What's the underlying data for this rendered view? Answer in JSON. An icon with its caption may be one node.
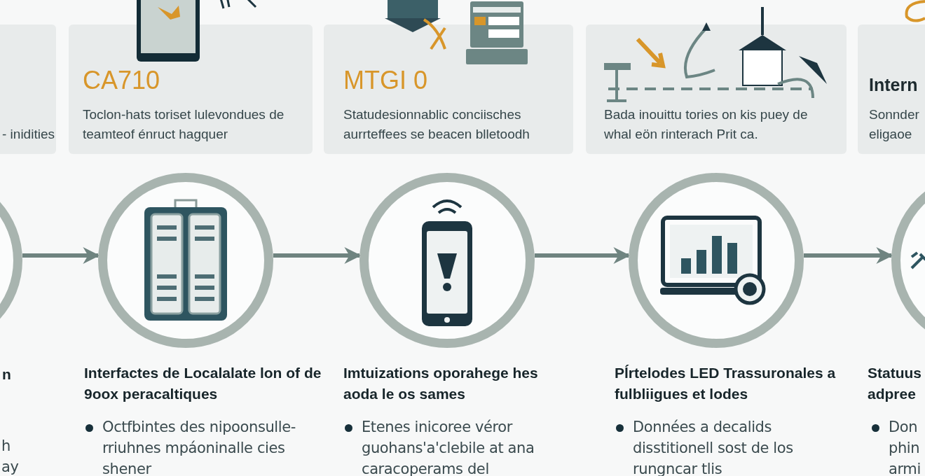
{
  "diagram": {
    "nodes": [
      {
        "text": [
          "- inidities"
        ]
      },
      {
        "text": [
          "CA710",
          "Toclon-hats toriset lulevondues de teamteof énruct hagquer"
        ]
      },
      {
        "text": [
          "MTGI 0",
          "Statudesionnablic conciisches aurrteffees se beacen blletoodh"
        ]
      },
      {
        "text": [
          "Bada inouittu tories on kis puey de whal eön rinterach Prit ca."
        ]
      },
      {
        "text": [
          "Intern",
          "Sonnder eligaoe"
        ]
      },
      {
        "text": [],
        "shape": "circle",
        "beside": [
          "n"
        ]
      },
      {
        "text": [],
        "shape": "circle",
        "beside": [
          "Interfactes de Localalate lon of de 9oox peracaltiques",
          "Octfbintes des nipoonsulle-rriuhnes mpáoninalle cies shener"
        ]
      },
      {
        "text": [],
        "shape": "circle",
        "beside": [
          "Imtuizations oporahege hes aoda le os sames",
          "Etenes inicoree véror guohans'a'clebile at ana caracoperams del"
        ]
      },
      {
        "text": [],
        "shape": "circle",
        "beside": [
          "Pĺrtelodes LED Trassuronales a fulbliigues et lodes",
          "Données a decalids disstitionell sost de los rungncar tlis"
        ]
      },
      {
        "text": [],
        "shape": "circle",
        "beside": [
          "Statuus adpree",
          "Don phin armi"
        ]
      }
    ],
    "edges": [
      {
        "from": 5,
        "to": 6,
        "arrow": "to"
      },
      {
        "from": 6,
        "to": 7,
        "arrow": "to"
      },
      {
        "from": 7,
        "to": 8,
        "arrow": "to"
      },
      {
        "from": 8,
        "to": 9,
        "arrow": "to"
      }
    ],
    "labels": [
      "h ay"
    ]
  }
}
